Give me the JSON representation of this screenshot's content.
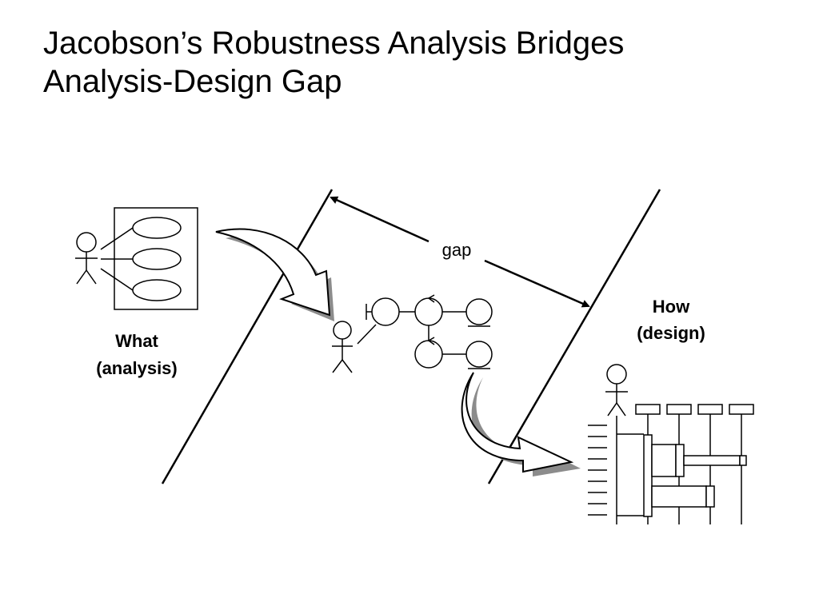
{
  "slide": {
    "title_line1": "Jacobson’s Robustness Analysis Bridges",
    "title_line2": "Analysis-Design Gap"
  },
  "diagram": {
    "gap_label": "gap",
    "what_label_line1": "What",
    "what_label_line2": "(analysis)",
    "how_label_line1": "How",
    "how_label_line2": "(design)"
  },
  "colors": {
    "ink": "#000000",
    "shadow": "#8c8c8c",
    "background": "#ffffff"
  }
}
